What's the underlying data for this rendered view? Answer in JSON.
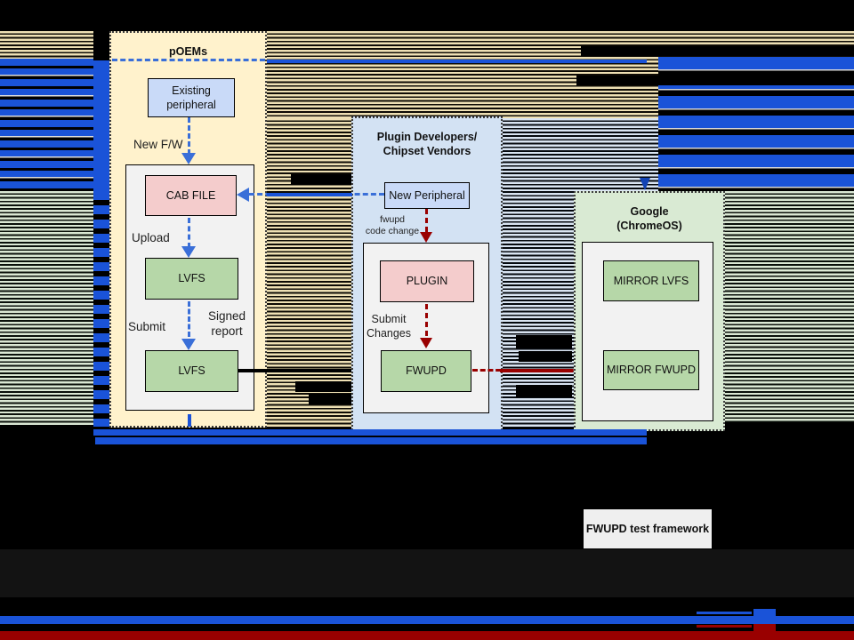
{
  "diagram": {
    "groups": {
      "poems": {
        "title": "pOEMs"
      },
      "plugin_vendors": {
        "title_line1": "Plugin Developers/",
        "title_line2": "Chipset Vendors"
      },
      "google": {
        "title_line1": "Google",
        "title_line2": "(ChromeOS)"
      }
    },
    "nodes": {
      "existing_peripheral": {
        "label_line1": "Existing",
        "label_line2": "peripheral"
      },
      "cab_file": {
        "label": "CAB FILE"
      },
      "lvfs_upload": {
        "label": "LVFS"
      },
      "lvfs_submit": {
        "label": "LVFS"
      },
      "new_peripheral": {
        "label": "New Peripheral"
      },
      "plugin": {
        "label": "PLUGIN"
      },
      "fwupd": {
        "label": "FWUPD"
      },
      "mirror_lvfs": {
        "label": "MIRROR LVFS"
      },
      "mirror_fwupd": {
        "label": "MIRROR FWUPD"
      },
      "test_framework": {
        "label": "FWUPD test framework"
      }
    },
    "edge_labels": {
      "new_fw": "New F/W",
      "upload": "Upload",
      "submit": "Submit",
      "signed_report_line1": "Signed",
      "signed_report_line2": "report",
      "fwupd_code_change_line1": "fwupd",
      "fwupd_code_change_line2": "code change",
      "submit_changes_line1": "Submit",
      "submit_changes_line2": "Changes"
    },
    "colors": {
      "glitch_blue": "#1a53d8",
      "arrow_blue": "#3a6fd8",
      "arrow_dark_red": "#990000",
      "container_cream": "#fff2cc",
      "container_light_blue": "#d3e2f3",
      "container_light_green": "#d9ead3",
      "box_pink": "#f4cccc",
      "box_green": "#b6d7a8",
      "box_light_blue": "#c9daf8",
      "panel_gray": "#f2f2f2",
      "bottom_band_dark": "#131313"
    }
  }
}
